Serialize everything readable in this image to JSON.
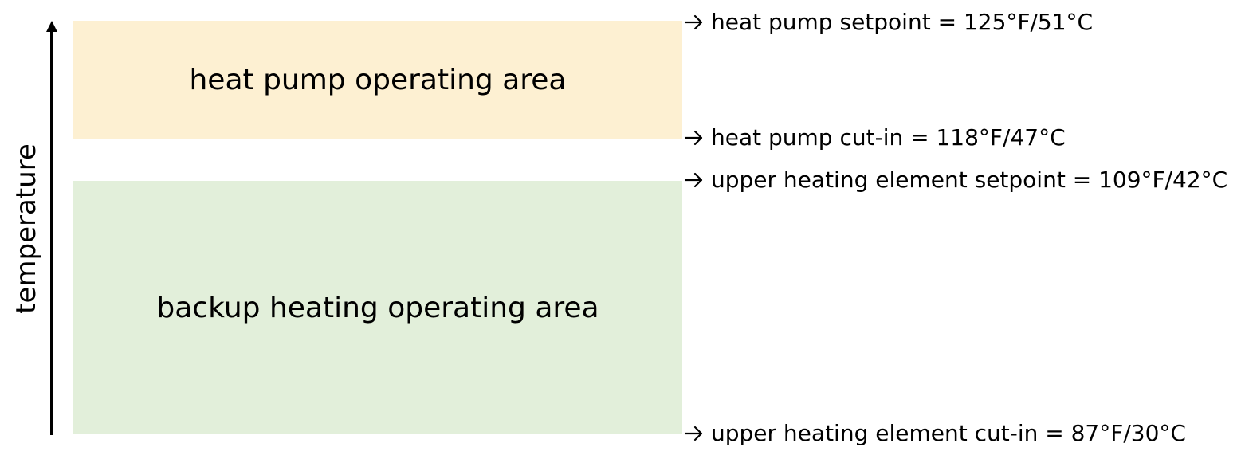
{
  "axis": {
    "label": "temperature"
  },
  "zones": [
    {
      "label": "heat pump operating area",
      "color": "#fdf0d2"
    },
    {
      "label": "backup heating operating area",
      "color": "#e2efda"
    }
  ],
  "thresholds": [
    {
      "text": "heat pump setpoint = 125°F/51°C"
    },
    {
      "text": "heat pump cut-in = 118°F/47°C"
    },
    {
      "text": "upper heating element setpoint = 109°F/42°C"
    },
    {
      "text": "upper heating element cut-in = 87°F/30°C"
    }
  ]
}
